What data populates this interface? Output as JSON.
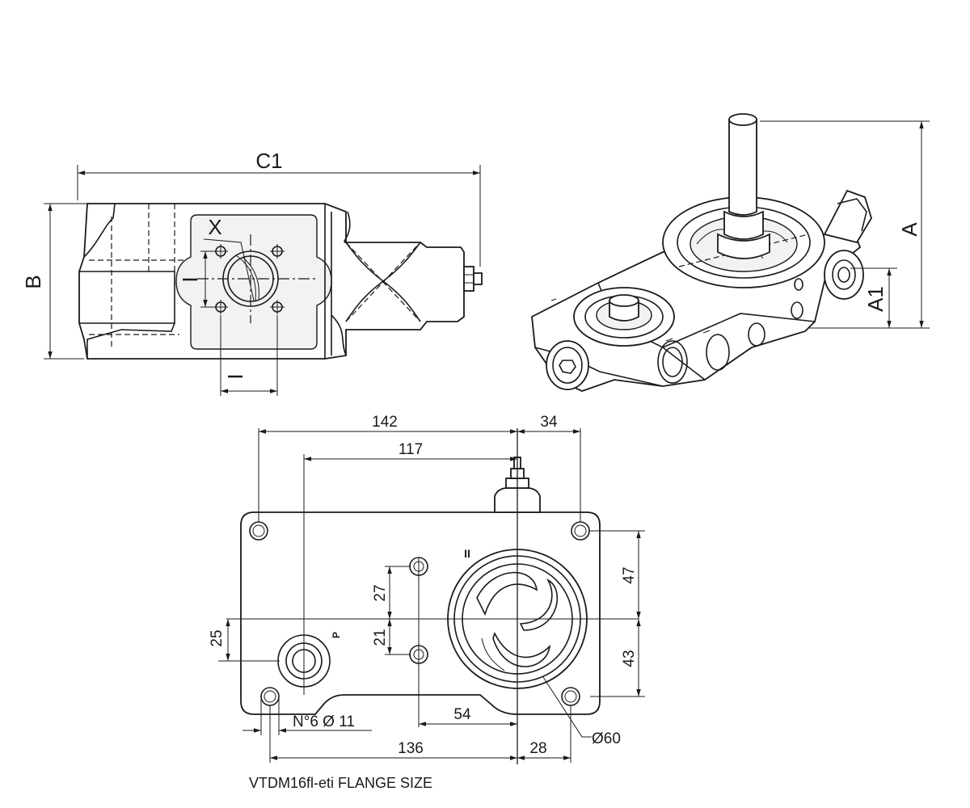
{
  "views": {
    "side": {
      "dim_c1": "C1",
      "dim_b": "B",
      "port_x": "X",
      "port_i_vertical": "I",
      "port_i_horizontal": "I"
    },
    "iso": {
      "dim_a": "A",
      "dim_a1": "A1"
    },
    "flange": {
      "dim_142": "142",
      "dim_34": "34",
      "dim_117": "117",
      "dim_47": "47",
      "dim_43": "43",
      "dim_27": "27",
      "dim_21": "21",
      "dim_25": "25",
      "dim_54": "54",
      "dim_136": "136",
      "dim_28": "28",
      "holes_note": "N°6  Ø 11",
      "bore_dia": "Ø60",
      "port_mark_ii": "II",
      "port_mark_p": "P"
    }
  },
  "caption": "VTDM16fl-eti FLANGE SIZE"
}
